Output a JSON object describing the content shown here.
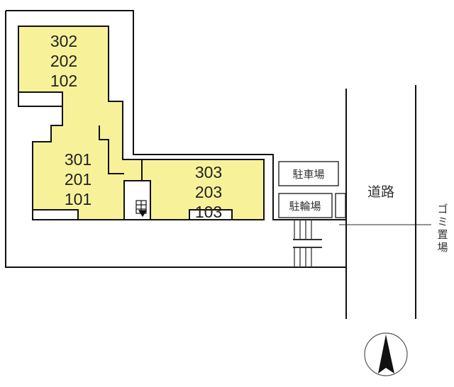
{
  "colors": {
    "building": "#f7f29a",
    "line": "#111111",
    "background": "#ffffff"
  },
  "buildings": [
    {
      "units": [
        "302",
        "202",
        "102"
      ]
    },
    {
      "units": [
        "301",
        "201",
        "101"
      ]
    },
    {
      "units": [
        "303",
        "203",
        "103"
      ]
    }
  ],
  "facilities": {
    "car_parking": "駐車場",
    "bicycle_parking": "駐輪場",
    "road": "道路",
    "garbage": "ゴミ置場"
  },
  "icons": {
    "stairs": "stairs-icon",
    "compass": "north-arrow-icon"
  }
}
